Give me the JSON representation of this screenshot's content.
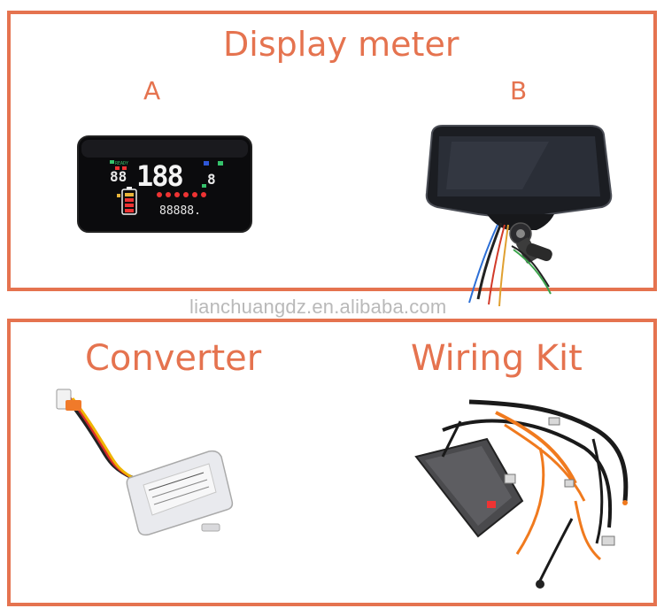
{
  "colors": {
    "accent": "#e5734f",
    "watermark": "#b9b9b9"
  },
  "top_panel": {
    "heading": "Display meter",
    "item_a_label": "A",
    "item_b_label": "B",
    "meter_a": {
      "digits_main": "188",
      "digits_left": "88",
      "digits_right": "8",
      "odometer": "88888.",
      "ready": "READY"
    }
  },
  "watermark": "lianchuangdz.en.alibaba.com",
  "bottom_panel": {
    "converter_heading": "Converter",
    "wiring_heading": "Wiring Kit"
  }
}
